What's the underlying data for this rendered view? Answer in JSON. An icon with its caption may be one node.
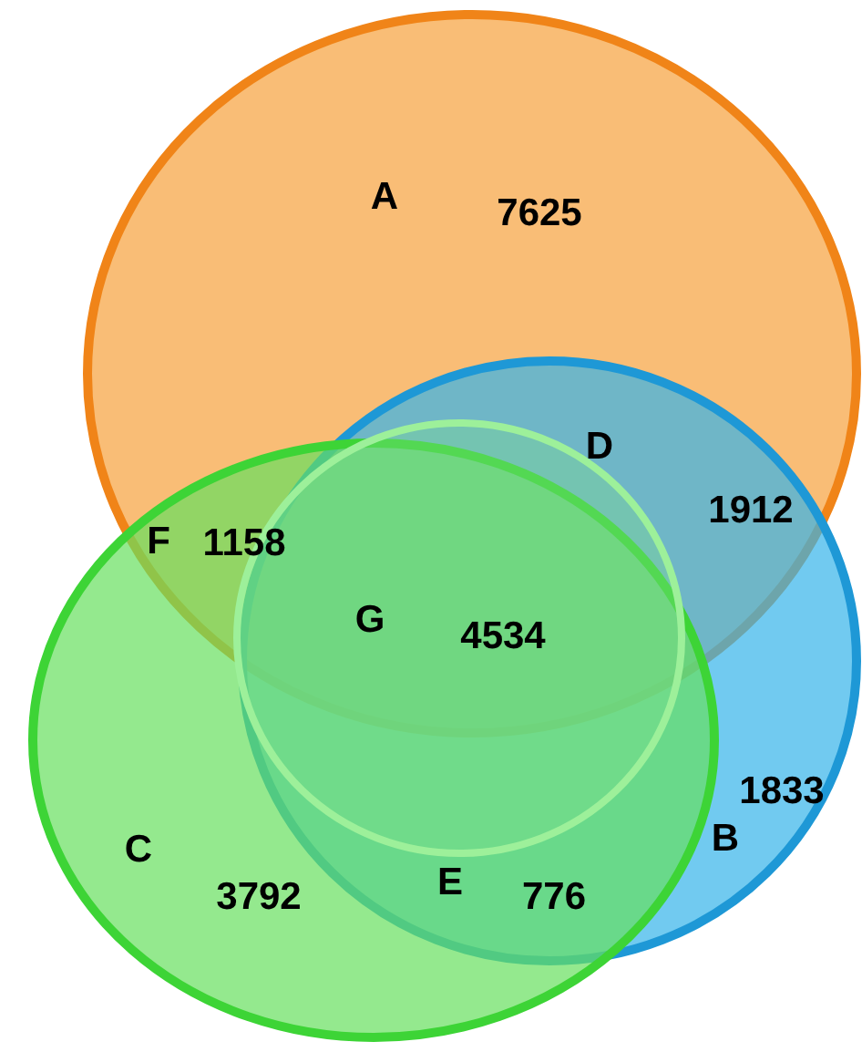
{
  "diagram": {
    "nodes": [
      {
        "text": [
          "A"
        ]
      },
      {
        "text": [
          "B"
        ]
      },
      {
        "text": [
          "C"
        ]
      }
    ],
    "edges": [],
    "labels": [
      "7625",
      "D",
      "1912",
      "F",
      "1158",
      "G",
      "4534",
      "1833",
      "E",
      "776",
      "3792"
    ]
  }
}
